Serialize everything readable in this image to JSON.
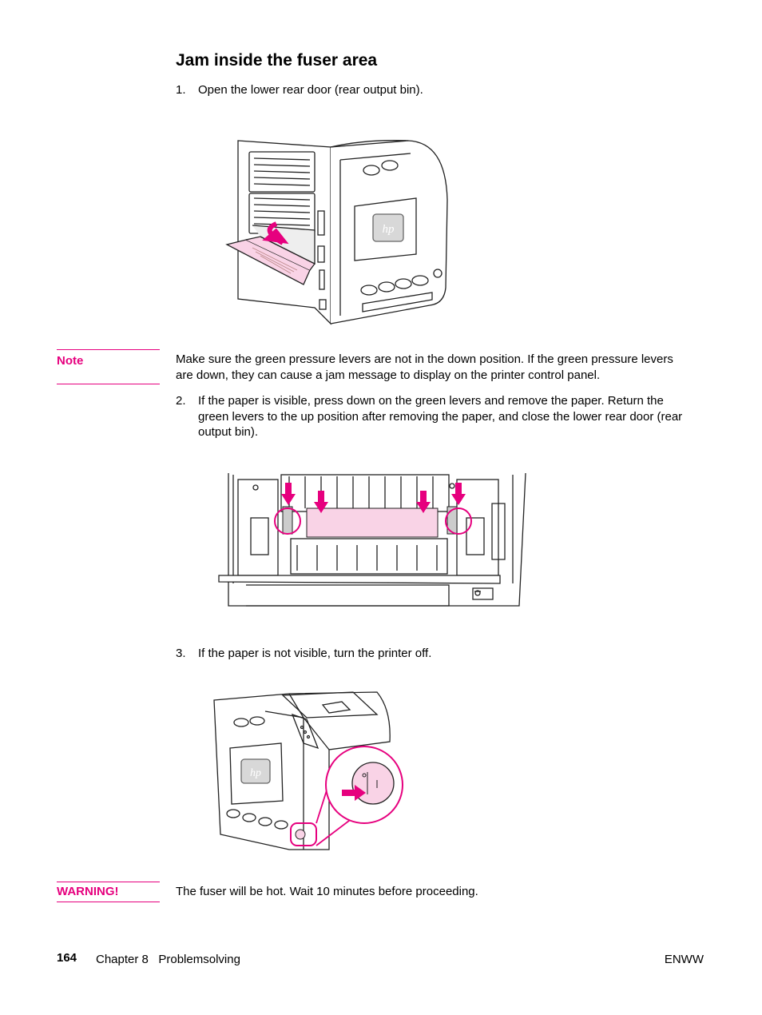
{
  "heading": "Jam inside the fuser area",
  "steps": [
    {
      "num": "1.",
      "text": "Open the lower rear door (rear output bin)."
    },
    {
      "num": "2.",
      "text": "If the paper is visible, press down on the green levers and remove the paper. Return the green levers to the up position after removing the paper, and close the lower rear door (rear output bin)."
    },
    {
      "num": "3.",
      "text": "If the paper is not visible, turn the printer off."
    }
  ],
  "note": {
    "label": "Note",
    "text": "Make sure the green pressure levers are not in the down position. If the green pressure levers are down, they can cause a jam message to display on the printer control panel."
  },
  "warning": {
    "label": "WARNING!",
    "text": "The fuser will be hot. Wait 10 minutes before proceeding."
  },
  "footer": {
    "page_number": "164",
    "chapter": "Chapter 8   Problemsolving",
    "right": "ENWW"
  },
  "colors": {
    "accent": "#e6007e",
    "paper_pink": "#f9d3e6"
  },
  "illustrations": {
    "rear_door": "printer-rear-door-open-illustration",
    "fuser_levers": "fuser-levers-illustration",
    "power_switch": "printer-power-switch-illustration"
  }
}
